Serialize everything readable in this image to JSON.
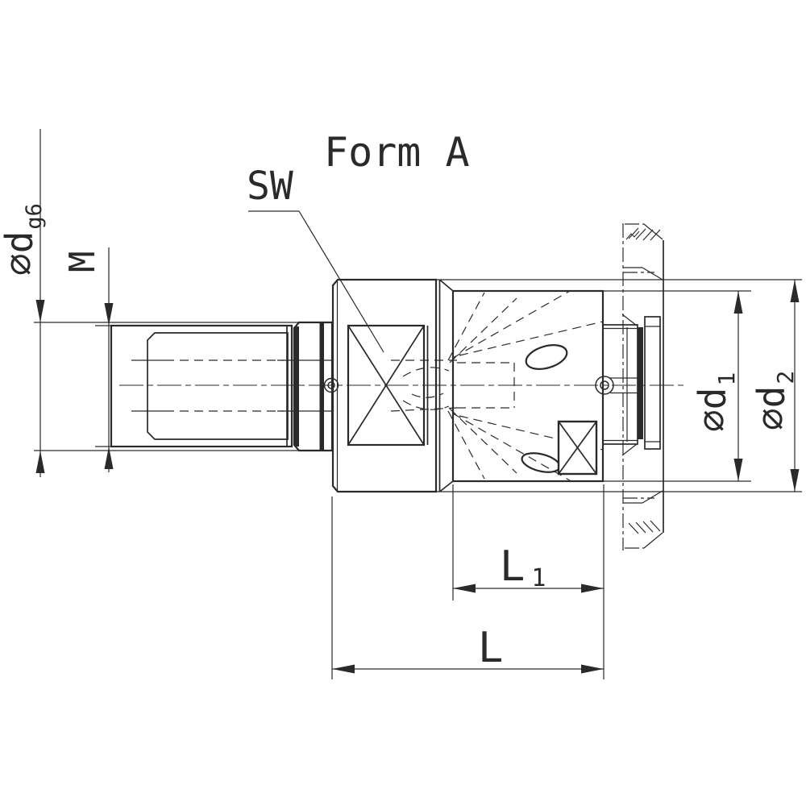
{
  "drawing": {
    "title": "Form A",
    "view_labels": {
      "wrench_flat": "SW"
    },
    "dimensions": {
      "shaft_diameter": {
        "symbol": "∅d",
        "tolerance": "g6"
      },
      "thread": "M",
      "diameter_1": {
        "symbol": "∅d",
        "index": "1"
      },
      "diameter_2": {
        "symbol": "∅d",
        "index": "2"
      },
      "length_1": {
        "symbol": "L",
        "index": "1"
      },
      "length_total": "L"
    },
    "colors": {
      "line": "#2a2a2a",
      "background": "#ffffff"
    }
  }
}
